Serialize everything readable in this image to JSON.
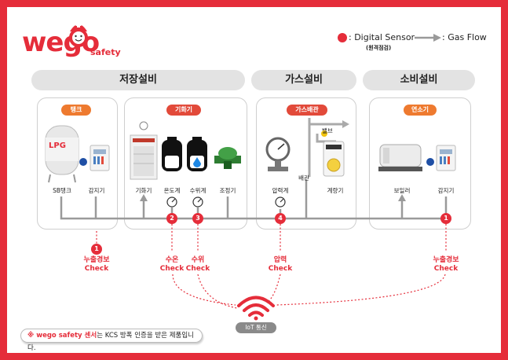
{
  "brand": {
    "logo_word": "wego",
    "logo_sub": "safety"
  },
  "legend": {
    "sensor_label": ": Digital Sensor",
    "sensor_sub": "(원격점검)",
    "flow_label": ": Gas Flow",
    "sensor_color": "#e52d3a",
    "flow_color": "#9a9a9a"
  },
  "sections": {
    "storage": "저장설비",
    "gas": "가스설비",
    "consume": "소비설비"
  },
  "tags": {
    "tank": "탱크",
    "vaporizer": "기화기",
    "pipe": "가스배관",
    "burner": "연소기"
  },
  "equipment": {
    "lpg_text": "LPG",
    "sb_tank": "SB탱크",
    "detector1": "감지기",
    "vaporizer": "기화기",
    "thermometer": "온도계",
    "level_meter": "수위계",
    "regulator": "조정기",
    "pressure_gauge": "압력계",
    "valve": "밸브",
    "piping": "배관",
    "meter": "계량기",
    "boiler": "보일러",
    "detector2": "감지기"
  },
  "sensors": {
    "s1_left": "1",
    "s2": "2",
    "s3": "3",
    "s4": "4",
    "s1_right": "1"
  },
  "checks": {
    "leak_left": "누출경보",
    "leak_left_check": "Check",
    "temp": "수온",
    "temp_check": "Check",
    "water": "수위",
    "water_check": "Check",
    "pressure": "압력",
    "pressure_check": "Check",
    "leak_right": "누출경보",
    "leak_right_check": "Check"
  },
  "iot": {
    "label": "IoT 통신"
  },
  "notice": {
    "brand": "※ wego safety 센서",
    "rest": "는 KCS 방폭 인증을 받은 제품입니다."
  }
}
